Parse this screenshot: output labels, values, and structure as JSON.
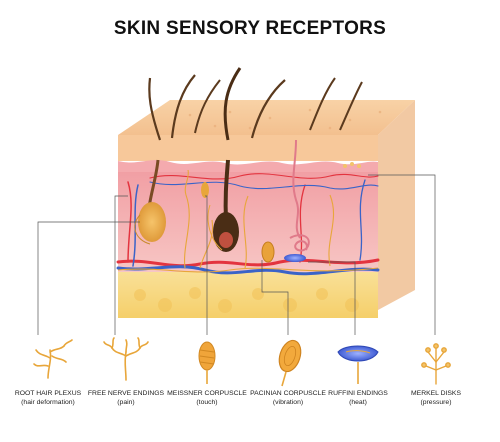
{
  "title": "SKIN SENSORY RECEPTORS",
  "colors": {
    "epidermis_top": "#f6cc9c",
    "epidermis_side": "#f2b98a",
    "dermis": "#f4b5b8",
    "fat": "#f8dc87",
    "artery": "#e3343f",
    "vein": "#3a63c8",
    "nerve": "#e8a63a",
    "hair": "#5b3a1e"
  },
  "receptors": [
    {
      "name": "ROOT HAIR PLEXUS",
      "function": "(hair deformation)",
      "icon": "root-hair-plexus-icon"
    },
    {
      "name": "FREE NERVE ENDINGS",
      "function": "(pain)",
      "icon": "free-nerve-endings-icon"
    },
    {
      "name": "MEISSNER CORPUSCLE",
      "function": "(touch)",
      "icon": "meissner-corpuscle-icon"
    },
    {
      "name": "PACINIAN CORPUSCLE",
      "function": "(vibration)",
      "icon": "pacinian-corpuscle-icon"
    },
    {
      "name": "RUFFINI ENDINGS",
      "function": "(heat)",
      "icon": "ruffini-endings-icon"
    },
    {
      "name": "MERKEL DISKS",
      "function": "(pressure)",
      "icon": "merkel-disks-icon"
    }
  ],
  "watermark_id": "378293636"
}
